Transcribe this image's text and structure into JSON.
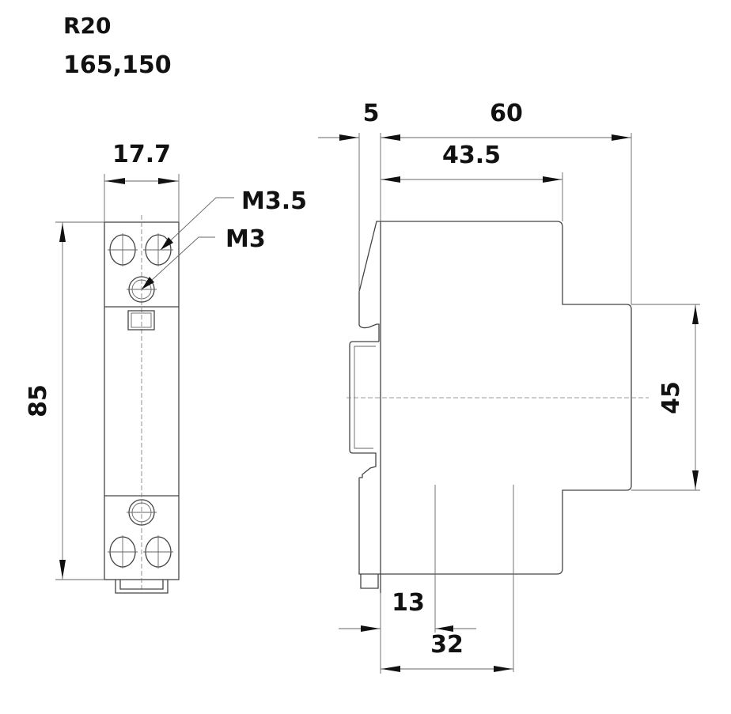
{
  "header": {
    "model": "R20",
    "code": "165,150"
  },
  "front_view": {
    "width_dim": "17.7",
    "height_dim": "85",
    "screw_large": "M3.5",
    "screw_small": "M3"
  },
  "side_view": {
    "rail_offset_dim": "5",
    "depth_dim": "60",
    "front_depth_dim": "43.5",
    "face_height_dim": "45",
    "dim_13": "13",
    "dim_32": "32"
  }
}
